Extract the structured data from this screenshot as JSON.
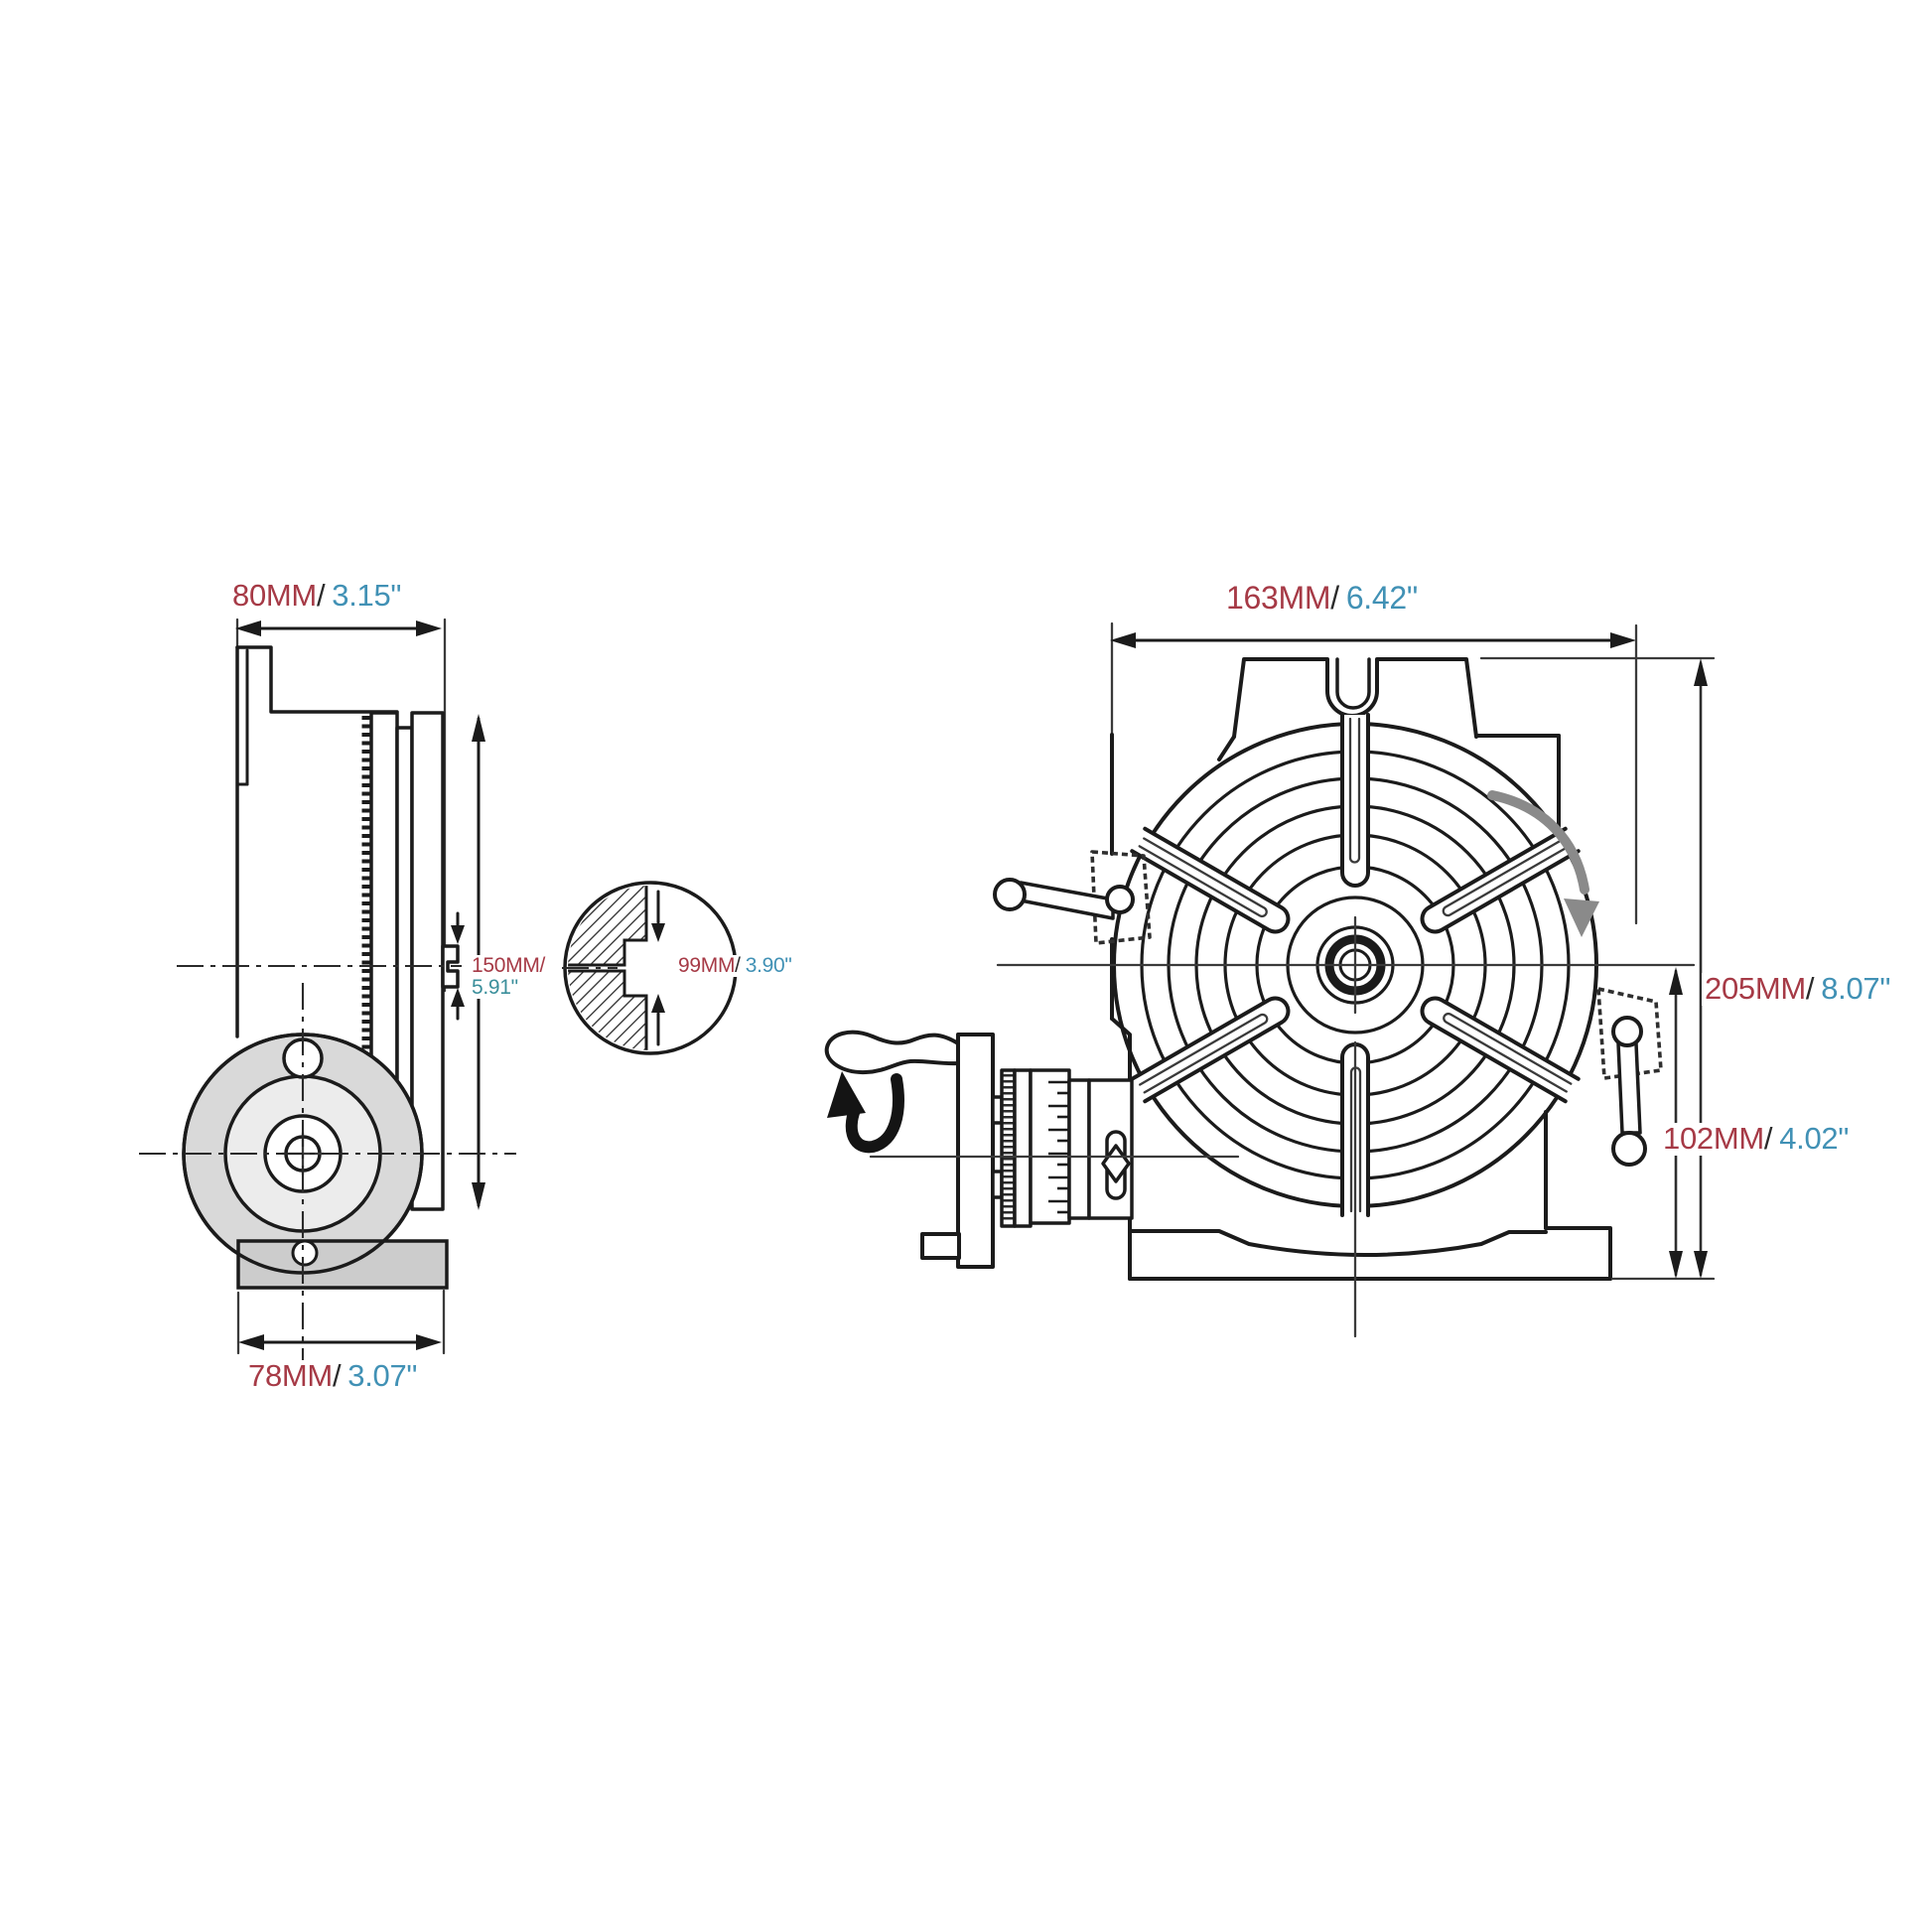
{
  "page": {
    "description": "Black-and-white technical dimension drawing of a horizontal/vertical rotary table: side view with handwheel (left), magnified cross-section detail circle (center), front view with T-slot table, crank dial and clamp levers (right)"
  },
  "colors": {
    "line": "#1b1b1b",
    "metric_text": "#a63a46",
    "imperial_text": "#4191b5",
    "separator_text": "#2b2b2b",
    "rotation_arrow": "#8a8a8a",
    "wheel_fill": "#d9d9d9",
    "base_fill": "#cccccc"
  },
  "dimensions": {
    "side_top_width": {
      "metric": "80MM",
      "separator": "/",
      "imperial": "3.15\""
    },
    "table_diameter": {
      "metric": "150MM/",
      "imperial": "5.91\""
    },
    "center_bore": {
      "metric": "99MM",
      "separator": "/",
      "imperial": "3.90\""
    },
    "base_width": {
      "metric": "78MM",
      "separator": "/",
      "imperial": "3.07\""
    },
    "front_width": {
      "metric": "163MM",
      "separator": "/",
      "imperial": "6.42\""
    },
    "overall_height": {
      "metric": "205MM",
      "separator": "/",
      "imperial": "8.07\""
    },
    "center_height": {
      "metric": "102MM",
      "separator": "/",
      "imperial": "4.02\""
    }
  }
}
